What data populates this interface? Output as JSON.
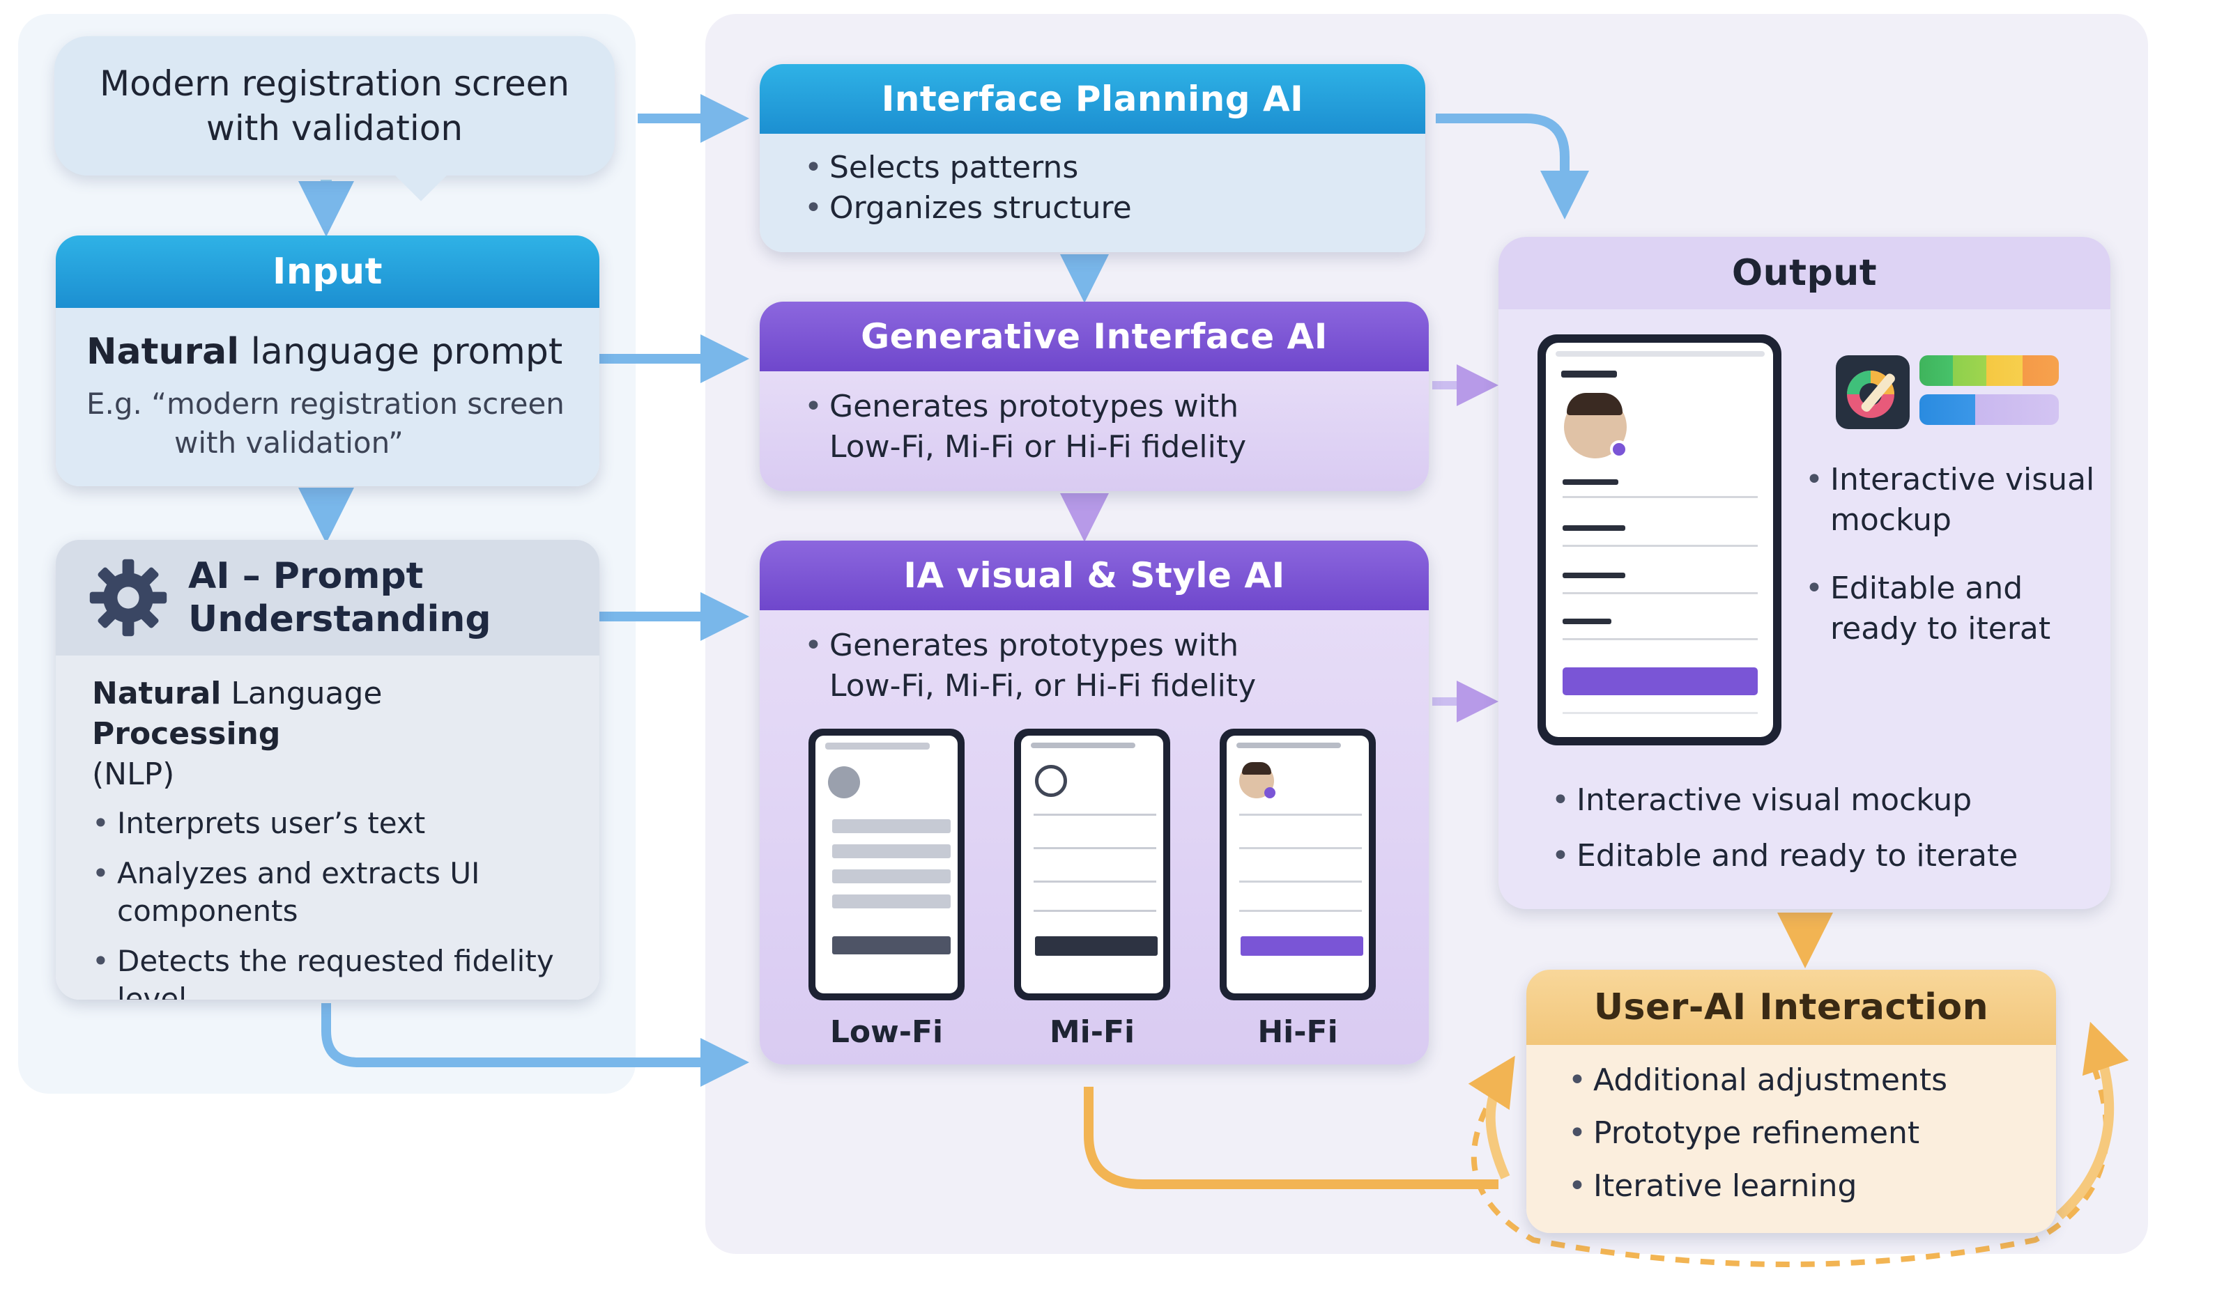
{
  "prompt_bubble": {
    "text_line1": "Modern registration screen",
    "text_line2": "with validation"
  },
  "input": {
    "title": "Input",
    "line_bold": "Natural",
    "line_rest": " language prompt",
    "example_line1": "E.g.  “modern registration screen",
    "example_line2": "with validation”"
  },
  "prompt_understanding": {
    "title_line1": "AI – Prompt",
    "title_line2": "Understanding",
    "nlp_bold1": "Natural",
    "nlp_mid": " Language ",
    "nlp_bold2": "Processing",
    "nlp_abbr": "(NLP)",
    "bullets": [
      "Interprets user’s text",
      "Analyzes and extracts UI components",
      "Detects the requested fidelity level"
    ]
  },
  "interface_planning": {
    "title": "Interface Planning AI",
    "bullets": [
      "Selects patterns",
      "Organizes structure"
    ]
  },
  "generative_interface": {
    "title": "Generative Interface AI",
    "bullet_line1": "Generates prototypes with",
    "bullet_line2": "Low-Fi, Mi-Fi or Hi-Fi fidelity"
  },
  "visual_style": {
    "title": "IA visual & Style AI",
    "bullet_line1": "Generates prototypes with",
    "bullet_line2": "Low-Fi, Mi-Fi, or Hi-Fi fidelity",
    "fidelity_labels": [
      "Low-Fi",
      "Mi-Fi",
      "Hi-Fi"
    ]
  },
  "output": {
    "title": "Output",
    "side_bullets": [
      "Interactive visual mockup",
      "Editable and ready to iterat"
    ],
    "bottom_bullets": [
      "Interactive visual mockup",
      "Editable and ready to iterate"
    ]
  },
  "user_ai": {
    "title": "User-AI Interaction",
    "bullets": [
      "Additional adjustments",
      "Prototype refinement",
      "Iterative learning"
    ]
  },
  "colors": {
    "blue": "#1c8fd1",
    "purple": "#6f47cc",
    "orange": "#f2b453",
    "arrow_blue": "#79b7ea",
    "arrow_purple": "#b79ae8"
  }
}
